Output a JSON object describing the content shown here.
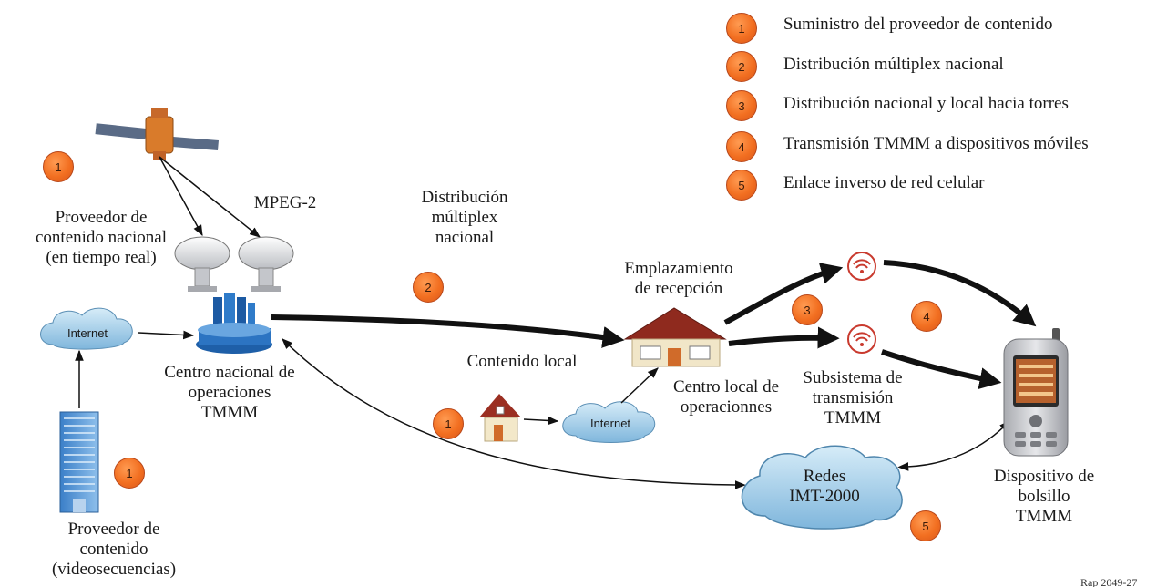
{
  "legend": [
    {
      "number": "1",
      "text": "Suministro del proveedor de contenido"
    },
    {
      "number": "2",
      "text": "Distribución múltiplex nacional"
    },
    {
      "number": "3",
      "text": "Distribución nacional y local hacia torres"
    },
    {
      "number": "4",
      "text": "Transmisión TMMM a dispositivos móviles"
    },
    {
      "number": "5",
      "text": "Enlace inverso de red celular"
    }
  ],
  "badges": {
    "national_provider": "1",
    "video_provider": "1",
    "local_content": "1",
    "mux": "2",
    "towers": "3",
    "mobile": "4",
    "reverse": "5"
  },
  "labels": {
    "national_provider": [
      "Proveedor de",
      "contenido nacional",
      "(en tiempo real)"
    ],
    "mpeg": "MPEG-2",
    "mux": [
      "Distribución",
      "múltiplex",
      "nacional"
    ],
    "national_center": [
      "Centro nacional de",
      "operaciones",
      "TMMM"
    ],
    "video_provider": [
      "Proveedor de",
      "contenido",
      "(videosecuencias)"
    ],
    "reception": [
      "Emplazamiento",
      "de recepción"
    ],
    "local_content": "Contenido local",
    "local_center": [
      "Centro local de",
      "operacionnes"
    ],
    "subsystem": [
      "Subsistema de",
      "transmisión",
      "TMMM"
    ],
    "handheld": [
      "Dispositivo de",
      "bolsillo",
      "TMMM"
    ]
  },
  "clouds": {
    "internet_left": "Internet",
    "internet_local": "Internet",
    "imt": [
      "Redes",
      "IMT-2000"
    ]
  },
  "figure_code": "Rap 2049-27"
}
